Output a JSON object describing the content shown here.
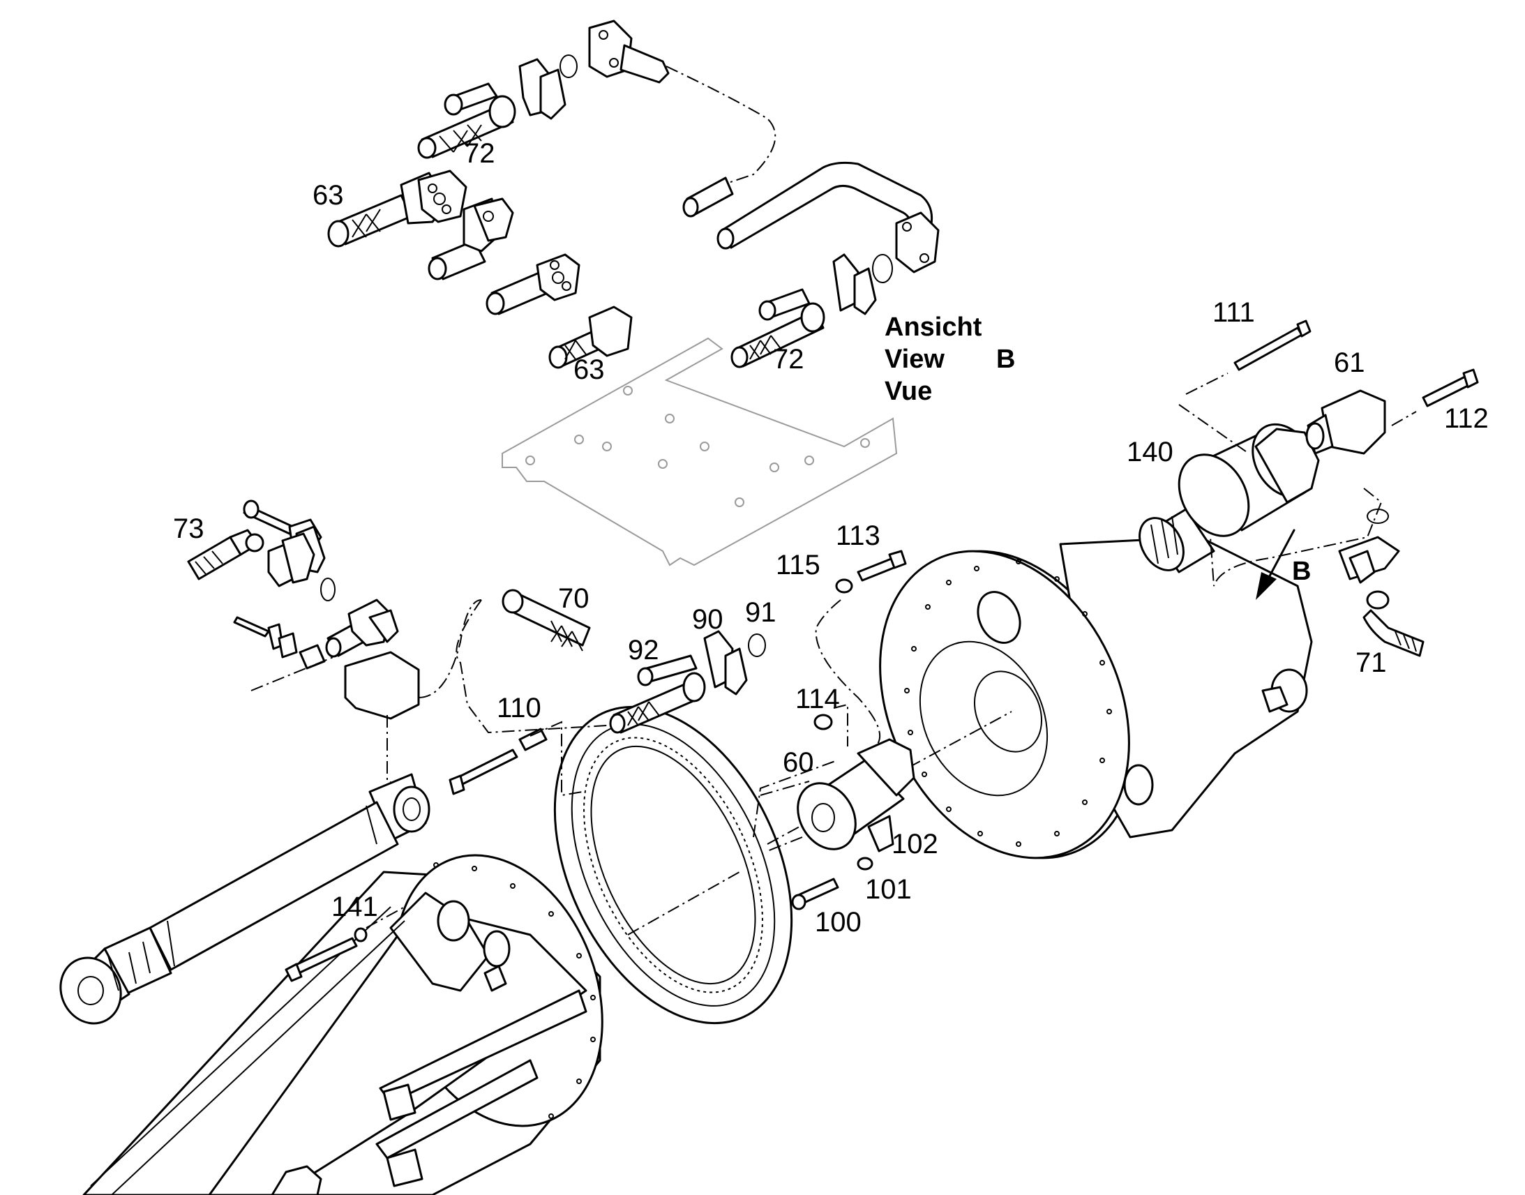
{
  "view_label": {
    "line1": "Ansicht",
    "line2": "View",
    "line3": "Vue",
    "letter": "B"
  },
  "arrow_label": "B",
  "callouts": {
    "c72a": "72",
    "c63a": "63",
    "c63b": "63",
    "c72b": "72",
    "c111": "111",
    "c61": "61",
    "c112": "112",
    "c140": "140",
    "c73": "73",
    "c113": "113",
    "c115": "115",
    "c70": "70",
    "c90": "90",
    "c91": "91",
    "c92": "92",
    "c71": "71",
    "c110": "110",
    "c114": "114",
    "c60": "60",
    "c102": "102",
    "c101": "101",
    "c141": "141",
    "c100": "100"
  }
}
